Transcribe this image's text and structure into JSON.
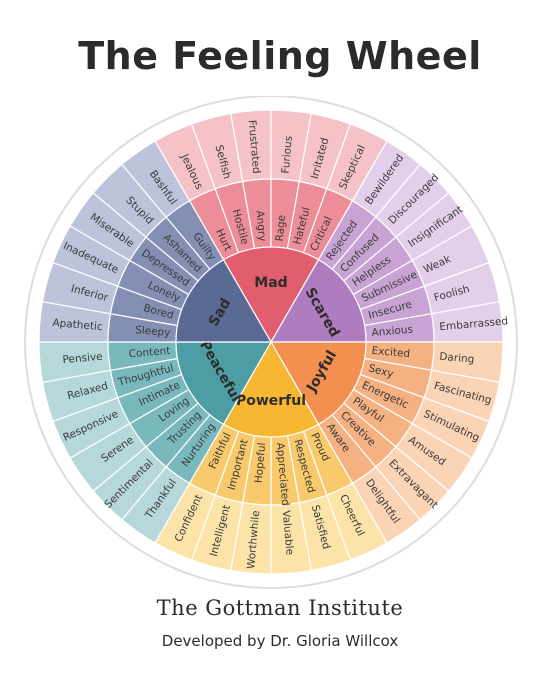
{
  "title": "The Feeling Wheel",
  "footer": {
    "organization": "The Gottman Institute",
    "credit": "Developed by Dr. Gloria Willcox"
  },
  "wheel": {
    "categories": [
      {
        "name": "Mad",
        "colors": {
          "core": "#e25e6e",
          "mid": "#ec8d97",
          "outer": "#f5c3c7"
        },
        "middle": [
          "Hurt",
          "Hostile",
          "Angry",
          "Rage",
          "Hateful",
          "Critical"
        ],
        "outer": [
          "Jealous",
          "Selfish",
          "Frustrated",
          "Furious",
          "Irritated",
          "Skeptical"
        ]
      },
      {
        "name": "Scared",
        "colors": {
          "core": "#b07cc0",
          "mid": "#c8a3d3",
          "outer": "#e4cfea"
        },
        "middle": [
          "Rejected",
          "Confused",
          "Helpless",
          "Submissive",
          "Insecure",
          "Anxious"
        ],
        "outer": [
          "Bewildered",
          "Discouraged",
          "Insignificant",
          "Weak",
          "Foolish",
          "Embarrassed"
        ]
      },
      {
        "name": "Joyful",
        "colors": {
          "core": "#f3904f",
          "mid": "#f6b183",
          "outer": "#fbd4b5"
        },
        "middle": [
          "Excited",
          "Sexy",
          "Energetic",
          "Playful",
          "Creative",
          "Aware"
        ],
        "outer": [
          "Daring",
          "Fascinating",
          "Stimulating",
          "Amused",
          "Extravagant",
          "Delightful"
        ]
      },
      {
        "name": "Powerful",
        "colors": {
          "core": "#f7b733",
          "mid": "#f9ca6c",
          "outer": "#fce4a8"
        },
        "middle": [
          "Proud",
          "Respected",
          "Appreciated",
          "Hopeful",
          "Important",
          "Faithful"
        ],
        "outer": [
          "Cheerful",
          "Satisfied",
          "Valuable",
          "Worthwhile",
          "Intelligent",
          "Confident"
        ]
      },
      {
        "name": "Peaceful",
        "colors": {
          "core": "#4d9ea4",
          "mid": "#79b8bd",
          "outer": "#b6d8da"
        },
        "middle": [
          "Nurturing",
          "Trusting",
          "Loving",
          "Intimate",
          "Thoughtful",
          "Content"
        ],
        "outer": [
          "Thankful",
          "Sentimental",
          "Serene",
          "Responsive",
          "Relaxed",
          "Pensive"
        ]
      },
      {
        "name": "Sad",
        "colors": {
          "core": "#5b6a94",
          "mid": "#8390b4",
          "outer": "#bcc3da"
        },
        "middle": [
          "Sleepy",
          "Bored",
          "Lonely",
          "Depressed",
          "Ashamed",
          "Guilty"
        ],
        "outer": [
          "Apathetic",
          "Inferior",
          "Inadequate",
          "Miserable",
          "Stupid",
          "Bashful"
        ]
      }
    ]
  }
}
